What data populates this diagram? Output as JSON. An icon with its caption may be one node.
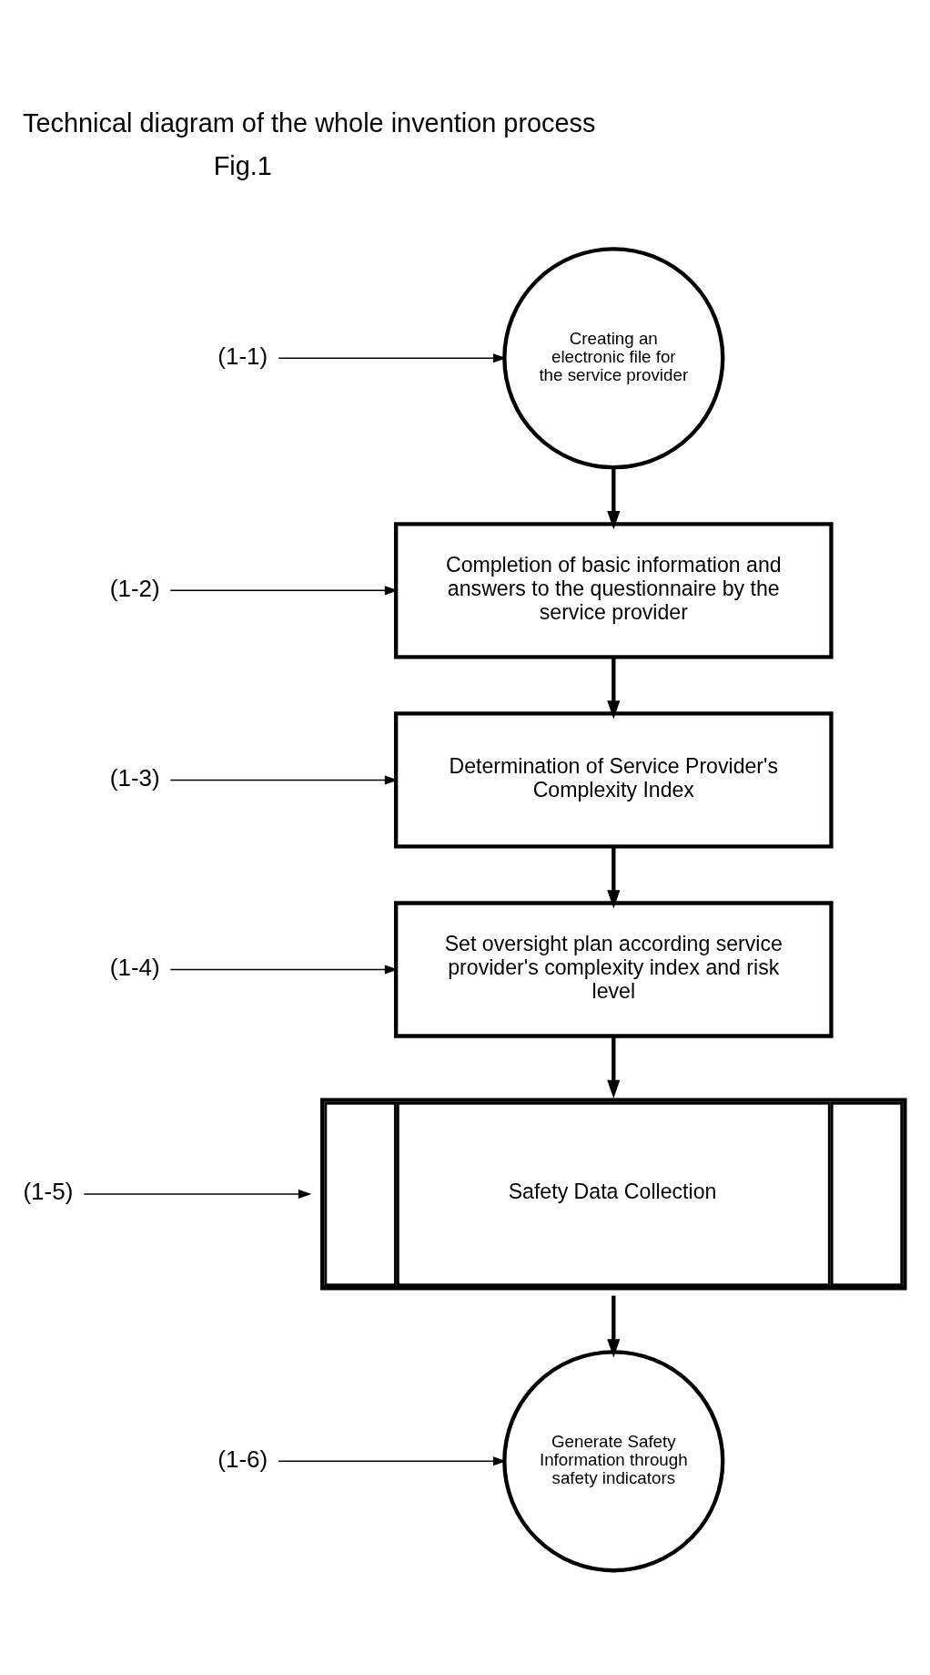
{
  "diagram": {
    "title": "Technical diagram of the whole invention process",
    "nodes": [
      {
        "text": [
          "(1-1)"
        ]
      },
      {
        "text": [
          "Creating an electronic file for the service provider"
        ]
      },
      {
        "text": [
          "(1-2)"
        ]
      },
      {
        "text": [
          "Completion of basic information and answers to the questionnaire by the service provider"
        ]
      },
      {
        "text": [
          "(1-3)"
        ]
      },
      {
        "text": [
          "Determination of Service Provider's Complexity Index"
        ]
      },
      {
        "text": [
          "(1-4)"
        ]
      },
      {
        "text": [
          "Set oversight plan according service provider's complexity index and risk level"
        ]
      },
      {
        "text": [
          "(1-5)"
        ]
      },
      {
        "text": [
          "Safety Data Collection"
        ]
      },
      {
        "text": [
          "(1-6)"
        ]
      },
      {
        "text": [
          "Generate Safety Information through safety indicators"
        ]
      }
    ],
    "edges": [
      {
        "from": 0,
        "to": 1,
        "arrow": "to"
      },
      {
        "from": 2,
        "to": 3,
        "arrow": "to"
      },
      {
        "from": 4,
        "to": 5,
        "arrow": "to"
      },
      {
        "from": 6,
        "to": 7,
        "arrow": "to"
      },
      {
        "from": 8,
        "to": 9,
        "arrow": "to"
      },
      {
        "from": 10,
        "to": 11,
        "arrow": "to"
      },
      {
        "from": 1,
        "to": 3,
        "arrow": "to",
        "style": "thick"
      },
      {
        "from": 3,
        "to": 5,
        "arrow": "to",
        "style": "thick"
      },
      {
        "from": 5,
        "to": 7,
        "arrow": "to",
        "style": "thick"
      },
      {
        "from": 7,
        "to": 9,
        "arrow": "to",
        "style": "thick"
      },
      {
        "from": 9,
        "to": 11,
        "arrow": "to",
        "style": "thick"
      }
    ],
    "labels": [
      "Fig.1"
    ]
  }
}
